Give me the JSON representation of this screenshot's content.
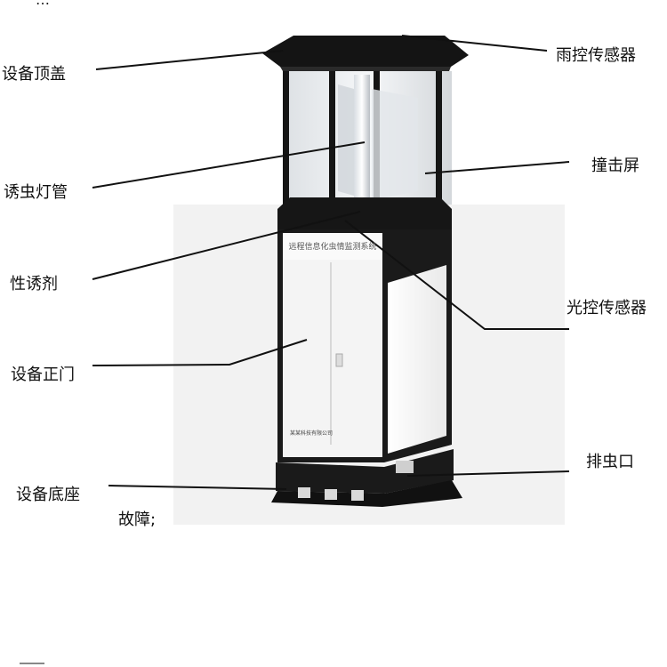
{
  "top_strip_text": "…",
  "labels": {
    "top_cover": "设备顶盖",
    "rain_sensor": "雨控传感器",
    "lamp_tube": "诱虫灯管",
    "impact_screen": "撞击屏",
    "pheromone": "性诱剂",
    "light_sensor": "光控传感器",
    "front_door": "设备正门",
    "outlet": "排虫口",
    "base": "设备底座",
    "fault": "故障;"
  },
  "panel_title": "远程信息化虫情监测系统",
  "company_text": "某某科技有限公司",
  "colors": {
    "frame": "#1a1a1a",
    "body": "#f4f4f4",
    "glass": "#e6e9ec"
  }
}
